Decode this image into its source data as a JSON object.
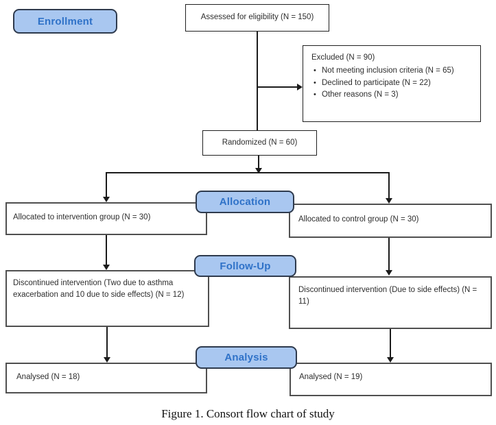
{
  "figure": {
    "caption": "Figure 1. Consort flow chart of study"
  },
  "glyphs": {
    "bullet": "•"
  },
  "colors": {
    "label_fill": "#a9c7f0",
    "label_border": "#2e3a4d",
    "label_text": "#2f72c8",
    "line": "#1b1b1b",
    "box_border_thin": "#1f1f1f",
    "box_border_gray": "#4f4f4f"
  },
  "stage_labels": {
    "enrollment": "Enrollment",
    "allocation": "Allocation",
    "followup": "Follow-Up",
    "analysis": "Analysis"
  },
  "boxes": {
    "assessed": {
      "text": "Assessed for eligibility (N = 150)"
    },
    "excluded": {
      "title": "Excluded (N = 90)",
      "items": [
        "Not meeting inclusion criteria (N = 65)",
        "Declined to participate (N = 22)",
        "Other reasons (N = 3)"
      ]
    },
    "randomized": {
      "text": "Randomized (N = 60)"
    },
    "allocated_intervention": {
      "text": "Allocated to intervention group (N = 30)"
    },
    "allocated_control": {
      "text": "Allocated to control group (N = 30)"
    },
    "discontinued_intervention": {
      "text": "Discontinued intervention (Two due to asthma exacerbation and 10 due to side effects) (N = 12)"
    },
    "discontinued_control": {
      "text": "Discontinued intervention (Due to side effects) (N = 11)"
    },
    "analysed_intervention": {
      "text": "Analysed (N = 18)"
    },
    "analysed_control": {
      "text": "Analysed (N = 19)"
    }
  }
}
